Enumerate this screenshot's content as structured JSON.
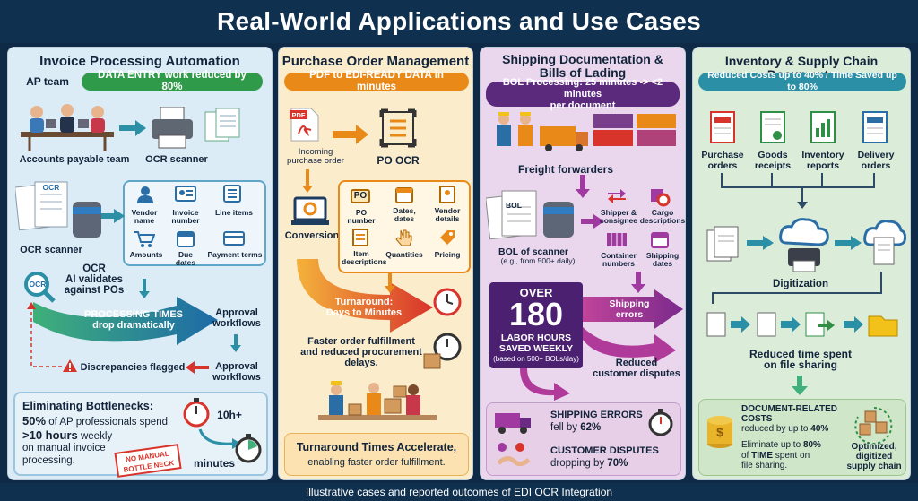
{
  "title": "Real-World Applications and Use Cases",
  "footer": "Illustrative cases and reported outcomes of EDI OCR Integration",
  "invoice": {
    "title": "Invoice Processing Automation",
    "team": "AP team",
    "badge": "DATA ENTRY work reduced by 80%",
    "ap_label": "Accounts payable team",
    "scanner_top": "OCR scanner",
    "scanner_left": "OCR scanner",
    "ocr_doc_tag": "OCR",
    "fields": [
      "Vendor name",
      "Invoice number",
      "Line items",
      "Amounts",
      "Due dates",
      "Payment terms"
    ],
    "ocr_validate": "OCR\nAI validates\nagainst POs",
    "ocr_badge": "OCR",
    "processing": "PROCESSING TIMES\ndrop dramatically",
    "approval1": "Approval\nworkflows",
    "approval2": "Approval\nworkflows",
    "discrepancies": "Discrepancies flagged",
    "bottleneck_title": "Eliminating Bottlenecks:",
    "bottleneck_text_a": "50%",
    "bottleneck_text_b": " of AP professionals spend",
    "bottleneck_text_c": ">10 hours",
    "bottleneck_text_d": " weekly\non manual invoice\nprocessing.",
    "stamp": "NO MANUAL\nBOTTLE NECK",
    "timer_10h": "10h+",
    "timer_minutes": "minutes"
  },
  "po": {
    "title": "Purchase Order Management",
    "badge": "PDF to EDI-READY DATA in minutes",
    "pdf_tag": "PDF",
    "incoming": "Incoming\npurchase order",
    "po_ocr": "PO OCR",
    "conversion": "Conversion",
    "fields": [
      "PO number",
      "Dates,\ndates",
      "Vendor\ndetails",
      "Item\ndescriptions",
      "Quantities",
      "Pricing"
    ],
    "po_icon": "PO",
    "turnaround": "Turnaround:\nDays to Minutes",
    "faster": "Faster order fulfillment\nand reduced procurement\ndelays.",
    "bottom_title": "Turnaround Times Accelerate,",
    "bottom_sub": "enabling faster order fulfillment."
  },
  "shipping": {
    "title": "Shipping Documentation &\nBills of Lading",
    "badge": "BOL Processing: 25 minutes -> <2 minutes\nper document",
    "freight": "Freight forwarders",
    "bol_tag": "BOL",
    "bol_scanner": "BOL of scanner",
    "bol_sub": "(e.g., from 500+ daily)",
    "fields": [
      "Shipper &\nconsignee",
      "Cargo\ndescriptions",
      "Container\nnumbers",
      "Shipping\ndates"
    ],
    "over": "OVER",
    "hours": "180",
    "hours_label": "LABOR HOURS\nSAVED WEEKLY",
    "hours_sub": "(based on 500+ BOLs/day)",
    "errors_arrow": "Shipping\nerrors",
    "disputes_arrow": "Reduced\ncustomer disputes",
    "stat1_title": "SHIPPING ERRORS",
    "stat1_text": "fell by ",
    "stat1_value": "62%",
    "stat2_title": "CUSTOMER DISPUTES",
    "stat2_text": "dropping by ",
    "stat2_value": "70%"
  },
  "inventory": {
    "title": "Inventory & Supply Chain Documents",
    "badge": "Reduced Costs up to 40% / Time Saved up to 80%",
    "docs": [
      "Purchase\norders",
      "Goods\nreceipts",
      "Inventory\nreports",
      "Delivery\norders"
    ],
    "digitization": "Digitization",
    "reduced_time": "Reduced time spent\non file sharing",
    "costs_title": "DOCUMENT-RELATED\nCOSTS",
    "costs_text": "reduced by up to ",
    "costs_value": "40%",
    "elim_a": "Eliminate up to ",
    "elim_b": "80%",
    "elim_c": "of ",
    "elim_d": "TIME",
    "elim_e": " spent on\nfile sharing.",
    "optimized": "Optimized,\ndigitized\nsupply chain"
  },
  "colors": {
    "navy": "#10304f",
    "green": "#2f8f46",
    "orange": "#e98a18",
    "purple": "#6b2a84",
    "red": "#d8342b",
    "blue": "#1d6aa8",
    "teal": "#2b8fa6"
  }
}
